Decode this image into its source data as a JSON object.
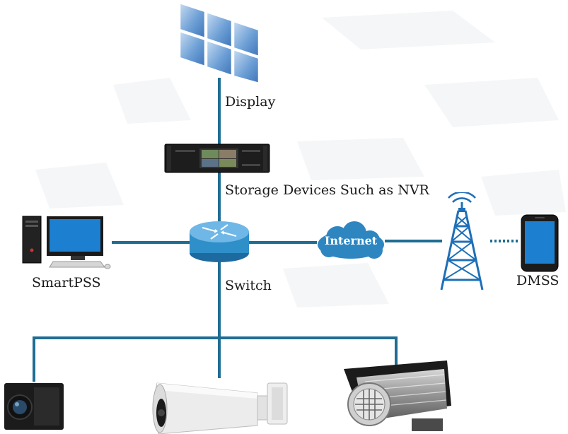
{
  "labels": {
    "display": "Display",
    "storage": "Storage Devices Such as NVR",
    "smartpss": "SmartPSS",
    "switch": "Switch",
    "internet": "Internet",
    "dmss": "DMSS"
  },
  "colors": {
    "line": "#1f6d93",
    "switch_body": "#2f8fc8",
    "cloud": "#2e86c1",
    "tower": "#1e6fb8",
    "screen": "#1c7fd0",
    "device_dark": "#1b1b1b",
    "camera_white": "#ececec"
  },
  "icons": [
    "video-wall-icon",
    "nvr-icon",
    "pc-icon",
    "switch-icon",
    "cloud-icon",
    "tower-icon",
    "phone-icon",
    "box-camera-icon",
    "bullet-camera-icon",
    "housing-camera-icon"
  ]
}
